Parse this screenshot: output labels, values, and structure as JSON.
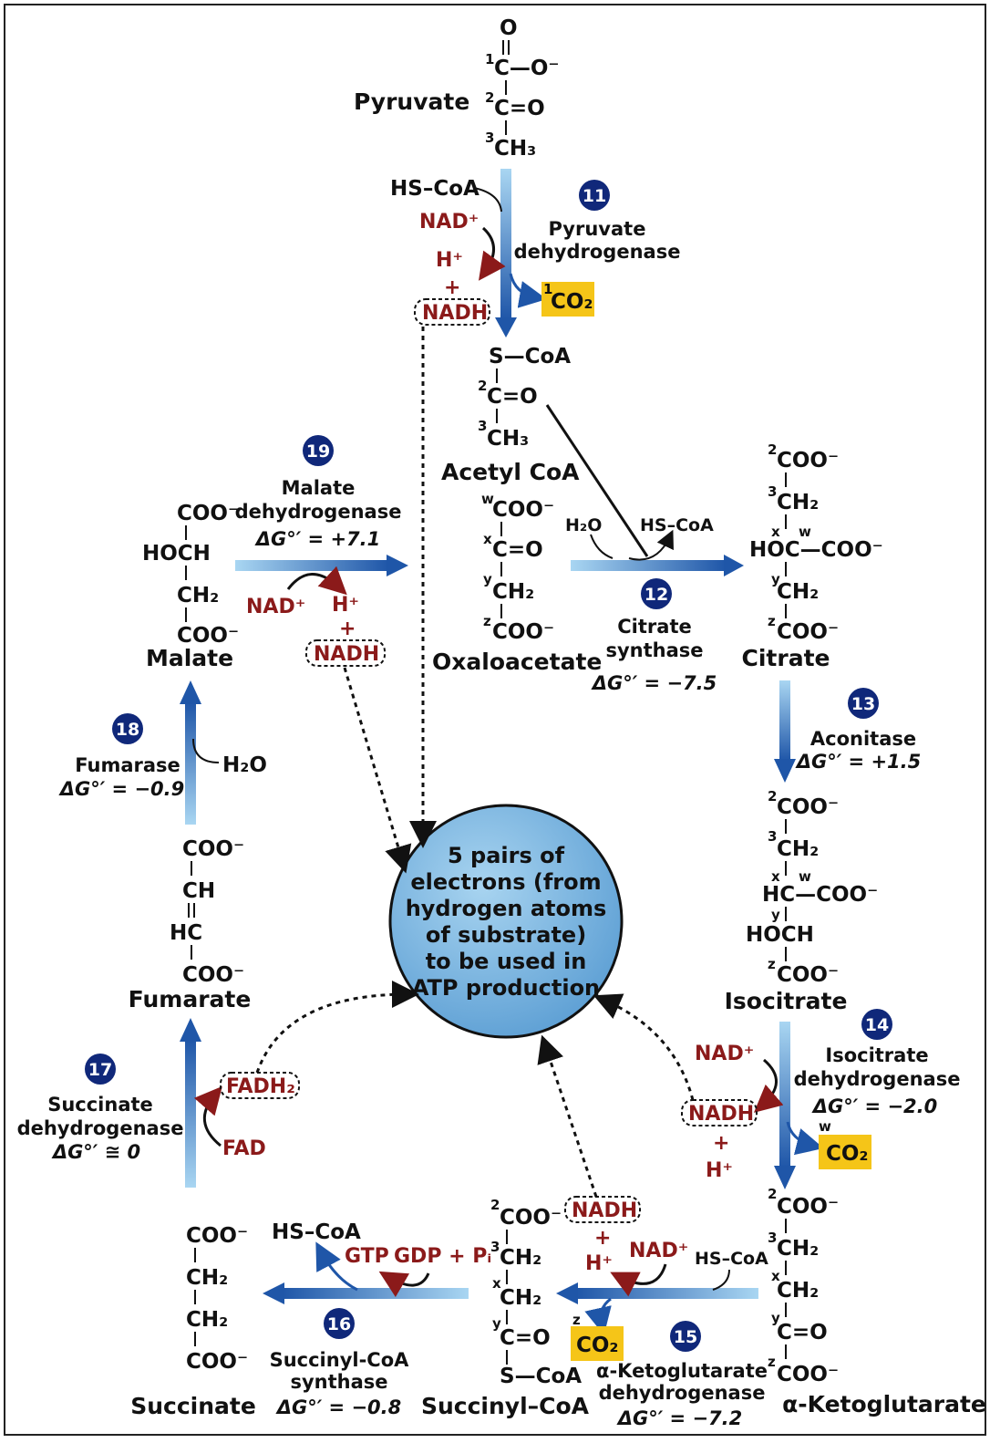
{
  "compounds": {
    "pyruvate": "Pyruvate",
    "acetyl_coa": "Acetyl CoA",
    "oxaloacetate": "Oxaloacetate",
    "citrate": "Citrate",
    "isocitrate": "Isocitrate",
    "alpha_ketoglutarate": "α-Ketoglutarate",
    "succinyl_coa": "Succinyl–CoA",
    "succinate": "Succinate",
    "fumarate": "Fumarate",
    "malate": "Malate"
  },
  "steps": [
    {
      "num": "11",
      "enzyme": [
        "Pyruvate",
        "dehydrogenase"
      ],
      "dg": ""
    },
    {
      "num": "12",
      "enzyme": [
        "Citrate",
        "synthase"
      ],
      "dg": "ΔG°′ = −7.5"
    },
    {
      "num": "13",
      "enzyme": [
        "Aconitase"
      ],
      "dg": "ΔG°′ = +1.5"
    },
    {
      "num": "14",
      "enzyme": [
        "Isocitrate",
        "dehydrogenase"
      ],
      "dg": "ΔG°′ = −2.0"
    },
    {
      "num": "15",
      "enzyme": [
        "α-Ketoglutarate",
        "dehydrogenase"
      ],
      "dg": "ΔG°′ = −7.2"
    },
    {
      "num": "16",
      "enzyme": [
        "Succinyl-CoA",
        "synthase"
      ],
      "dg": "ΔG°′ = −0.8"
    },
    {
      "num": "17",
      "enzyme": [
        "Succinate",
        "dehydrogenase"
      ],
      "dg": "ΔG°′ ≅ 0"
    },
    {
      "num": "18",
      "enzyme": [
        "Fumarase"
      ],
      "dg": "ΔG°′ = −0.9"
    },
    {
      "num": "19",
      "enzyme": [
        "Malate",
        "dehydrogenase"
      ],
      "dg": "ΔG°′ = +7.1"
    }
  ],
  "center_text": [
    "5 pairs of",
    "electrons (from",
    "hydrogen atoms",
    "of substrate)",
    "to be used in",
    "ATP production"
  ],
  "cofactors": {
    "nad": "NAD⁺",
    "h": "H⁺",
    "plus": "+",
    "nadh": "NADH",
    "hscoa": "HS–CoA",
    "h2o": "H₂O",
    "co2": "CO₂",
    "fad": "FAD",
    "fadh2": "FADH₂",
    "gtp": "GTP",
    "gdp_pi": "GDP + Pᵢ"
  },
  "colors": {
    "arrow_blue": "#1f56a8",
    "arrow_light": "#8ec4e6",
    "cofactor_red": "#8b1a1a",
    "co2_box": "#f5c518",
    "circle_fill": "#7fb6e0",
    "step_circle": "#10287a"
  }
}
